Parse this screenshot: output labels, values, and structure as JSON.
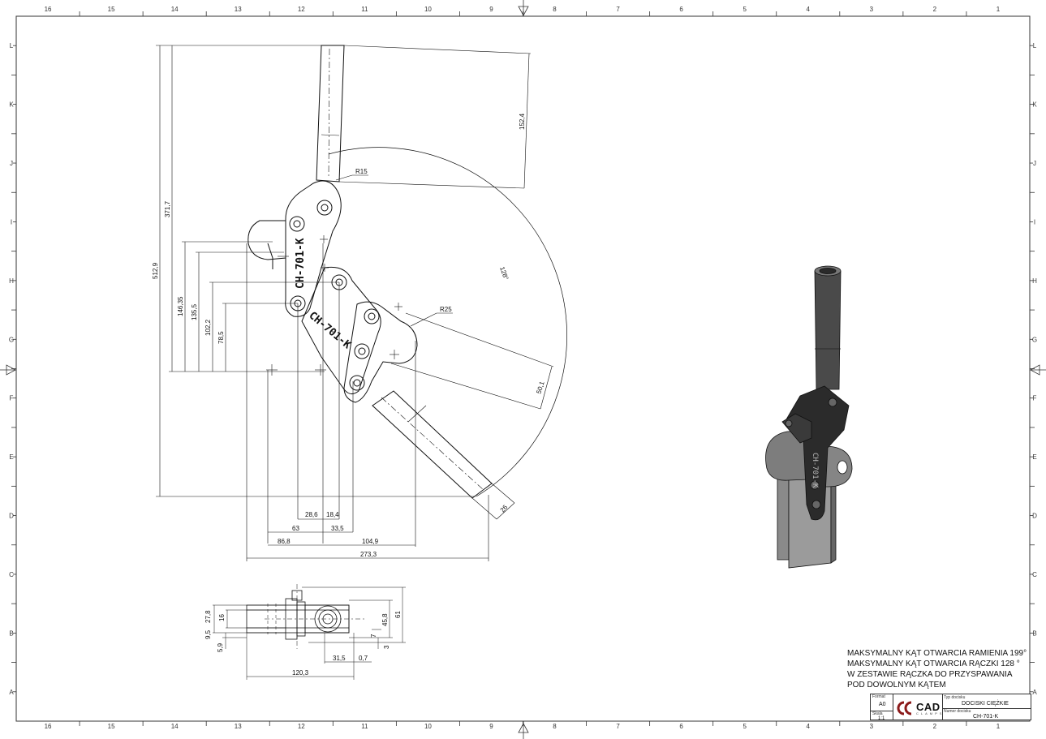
{
  "sheet": {
    "cols_top": [
      "16",
      "15",
      "14",
      "13",
      "12",
      "11",
      "10",
      "9",
      "8",
      "7",
      "6",
      "5",
      "4",
      "3",
      "2",
      "1"
    ],
    "rows_side": [
      "L",
      "K",
      "J",
      "I",
      "H",
      "G",
      "F",
      "E",
      "D",
      "C",
      "B",
      "A"
    ]
  },
  "part": {
    "marking_1": "CH-701-K",
    "marking_2": "CH-701-K"
  },
  "dims_front": {
    "d_152_4": "152,4",
    "d_371_7": "371,7",
    "d_512_9": "512,9",
    "d_146_35": "146,35",
    "d_135_5": "135,5",
    "d_102_2": "102,2",
    "d_78_5": "78,5",
    "d_r15": "R15",
    "d_r25": "R25",
    "d_angle": "128°",
    "d_50_1": "50,1",
    "d_26": "26",
    "d_28_6": "28,6",
    "d_18_4": "18,4",
    "d_63": "63",
    "d_33_5": "33,5",
    "d_86_8": "86,8",
    "d_104_9": "104,9",
    "d_273_3": "273,3"
  },
  "dims_top": {
    "d_9_5": "9,5",
    "d_27_8": "27,8",
    "d_16": "16",
    "d_5_9": "5,9",
    "d_61": "61",
    "d_45_8": "45,8",
    "d_7": "7",
    "d_3": "3",
    "d_31_5": "31,5",
    "d_0_7": "0,7",
    "d_120_3": "120,3"
  },
  "notes": [
    "MAKSYMALNY KĄT OTWARCIA RAMIENIA 199°",
    "MAKSYMALNY KĄT OTWARCIA RĄCZKI 128 °",
    "W ZESTAWIE RĄCZKA DO PRZYSPAWANIA",
    "POD DOWOLNYM KĄTEM"
  ],
  "title_block": {
    "format_label": "Format",
    "format_value": "A0",
    "scale_label": "Skala",
    "scale_value": "1:1",
    "doc_type_label": "Typ docisku",
    "doc_type_value": "DOCISKI CIĘŻKIE",
    "doc_number_label": "Numer docisku",
    "doc_number_value": "CH-701-K",
    "logo_text": "CAD",
    "logo_sub": "CLAMPS"
  }
}
